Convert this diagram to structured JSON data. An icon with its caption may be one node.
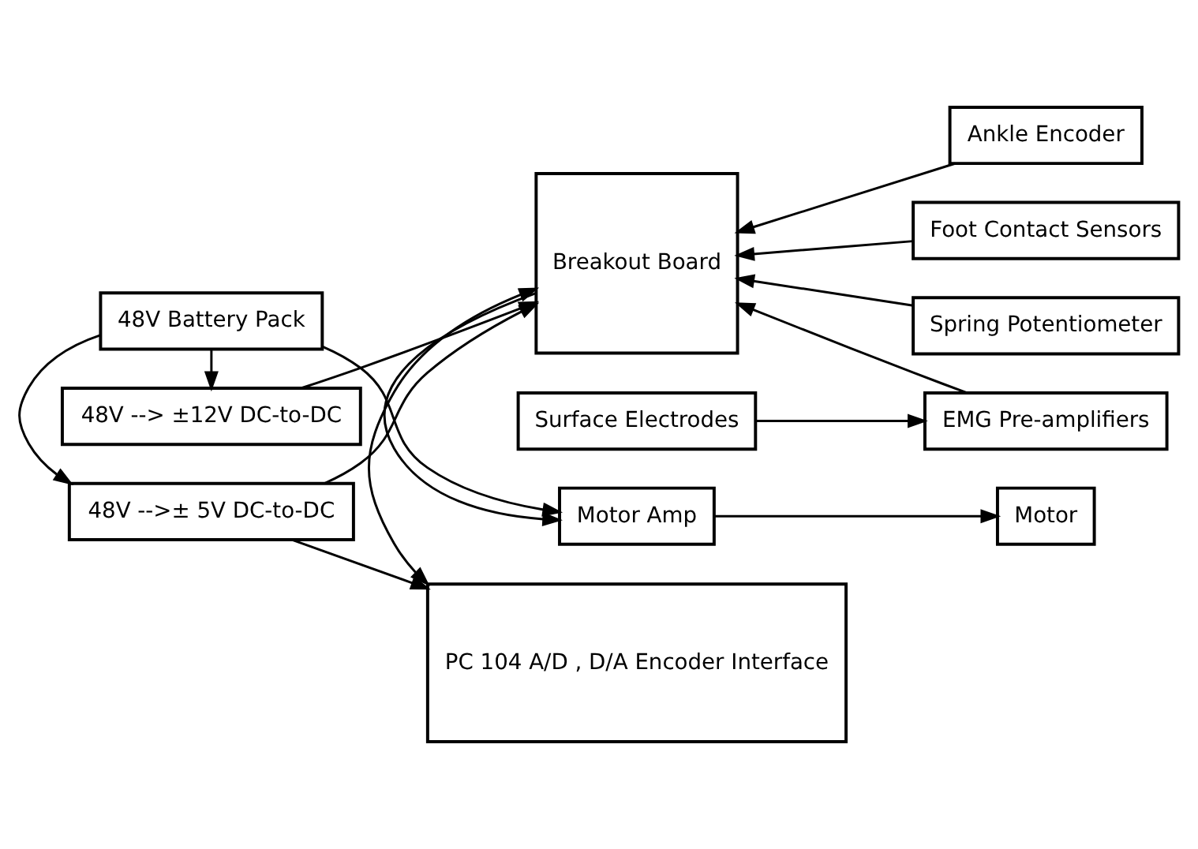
{
  "diagram": {
    "nodes": [
      {
        "text": [
          "48V Battery Pack"
        ]
      },
      {
        "text": [
          "Motor Amp"
        ]
      },
      {
        "text": [
          "Motor"
        ]
      },
      {
        "text": [
          "Ankle Encoder"
        ]
      },
      {
        "text": [
          "Breakout Board"
        ]
      },
      {
        "text": [
          "Foot Contact Sensors"
        ]
      },
      {
        "text": [
          "48V --> ±12V DC-to-DC"
        ]
      },
      {
        "text": [
          "Spring Potentiometer"
        ]
      },
      {
        "text": [
          "48V -->± 5V DC-to-DC"
        ]
      },
      {
        "text": [
          "EMG Pre-amplifiers"
        ]
      },
      {
        "text": [
          "Surface Electrodes"
        ]
      },
      {
        "text": [
          "PC 104 A/D , D/A Encoder Interface"
        ]
      }
    ],
    "edges": [
      {
        "from": 0,
        "to": 1,
        "arrow": "to"
      },
      {
        "from": 1,
        "to": 2,
        "arrow": "to"
      },
      {
        "from": 4,
        "to": 1,
        "arrow": "to"
      },
      {
        "from": 0,
        "to": 6,
        "arrow": "to"
      },
      {
        "from": 0,
        "to": 8,
        "arrow": "to"
      },
      {
        "from": 6,
        "to": 4,
        "arrow": "to"
      },
      {
        "from": 8,
        "to": 4,
        "arrow": "to"
      },
      {
        "from": 8,
        "to": 11,
        "arrow": "to"
      },
      {
        "from": 3,
        "to": 4,
        "arrow": "to"
      },
      {
        "from": 5,
        "to": 4,
        "arrow": "to"
      },
      {
        "from": 7,
        "to": 4,
        "arrow": "to"
      },
      {
        "from": 9,
        "to": 4,
        "arrow": "to"
      },
      {
        "from": 10,
        "to": 9,
        "arrow": "to"
      },
      {
        "from": 4,
        "to": 11,
        "arrow": "both"
      }
    ]
  }
}
